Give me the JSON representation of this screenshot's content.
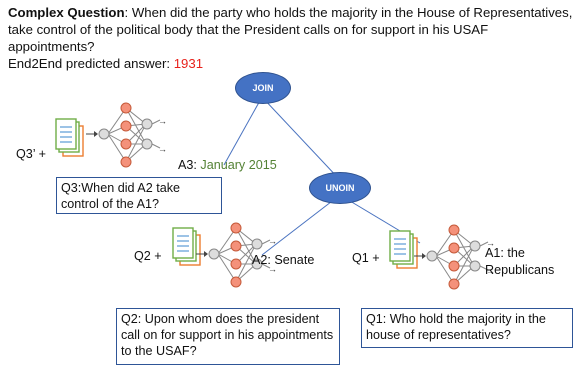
{
  "header": {
    "complex_label": "Complex Question",
    "question": ": When did the party who holds the majority in the House of Representatives, take control of the political body that the President calls on for support in his USAF appointments?",
    "predicted_label": "End2End predicted answer: ",
    "predicted_value": "1931"
  },
  "nodes": {
    "join": "JOIN",
    "union": "UNOIN"
  },
  "q3": {
    "label": "Q3’ +",
    "answer_prefix": "A3: ",
    "answer_value": "January 2015",
    "question": "Q3:When did A2 take control of the A1?"
  },
  "q2": {
    "label": "Q2 +",
    "answer": "A2: Senate",
    "question": "Q2: Upon whom does the president call on for support in his appointments to the USAF?"
  },
  "q1": {
    "label": "Q1 +",
    "answer_line1": "A1: the",
    "answer_line2": "Republicans",
    "question": "Q1: Who hold the majority in the house of representatives?"
  },
  "colors": {
    "node_fill": "#4472c4",
    "box_border": "#2e5597",
    "answer_red": "#e8211b",
    "answer_green": "#548235",
    "neuron_fill": "#f4917a",
    "doc_green": "#70ad47",
    "doc_orange": "#ed7d31"
  },
  "icons": [
    "document-stack-icon",
    "neural-network-icon"
  ]
}
